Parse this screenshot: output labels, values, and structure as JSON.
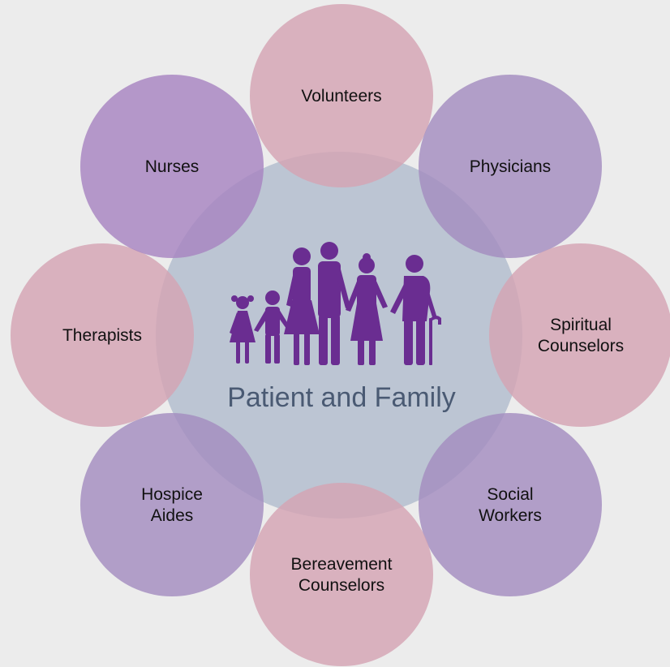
{
  "center": {
    "label": "Patient and Family",
    "color": "#bcc5d3",
    "text_color": "#4a5a73",
    "icon": "family-icon",
    "icon_color": "#6a2d91"
  },
  "colors": {
    "background": "#ececec",
    "pink": "#d4a3b3",
    "purple": "#a784c1",
    "mauve": "#a48cbf"
  },
  "nodes": [
    {
      "id": "volunteers",
      "lines": [
        "Volunteers"
      ],
      "color": "#d4a3b3"
    },
    {
      "id": "physicians",
      "lines": [
        "Physicians"
      ],
      "color": "#a48cbf"
    },
    {
      "id": "spiritual-counselors",
      "lines": [
        "Spiritual",
        "Counselors"
      ],
      "color": "#d4a3b3"
    },
    {
      "id": "social-workers",
      "lines": [
        "Social",
        "Workers"
      ],
      "color": "#a48cbf"
    },
    {
      "id": "bereavement-counselors",
      "lines": [
        "Bereavement",
        "Counselors"
      ],
      "color": "#d4a3b3"
    },
    {
      "id": "hospice-aides",
      "lines": [
        "Hospice",
        "Aides"
      ],
      "color": "#a48cbf"
    },
    {
      "id": "therapists",
      "lines": [
        "Therapists"
      ],
      "color": "#d4a3b3"
    },
    {
      "id": "nurses",
      "lines": [
        "Nurses"
      ],
      "color": "#a784c1"
    }
  ]
}
